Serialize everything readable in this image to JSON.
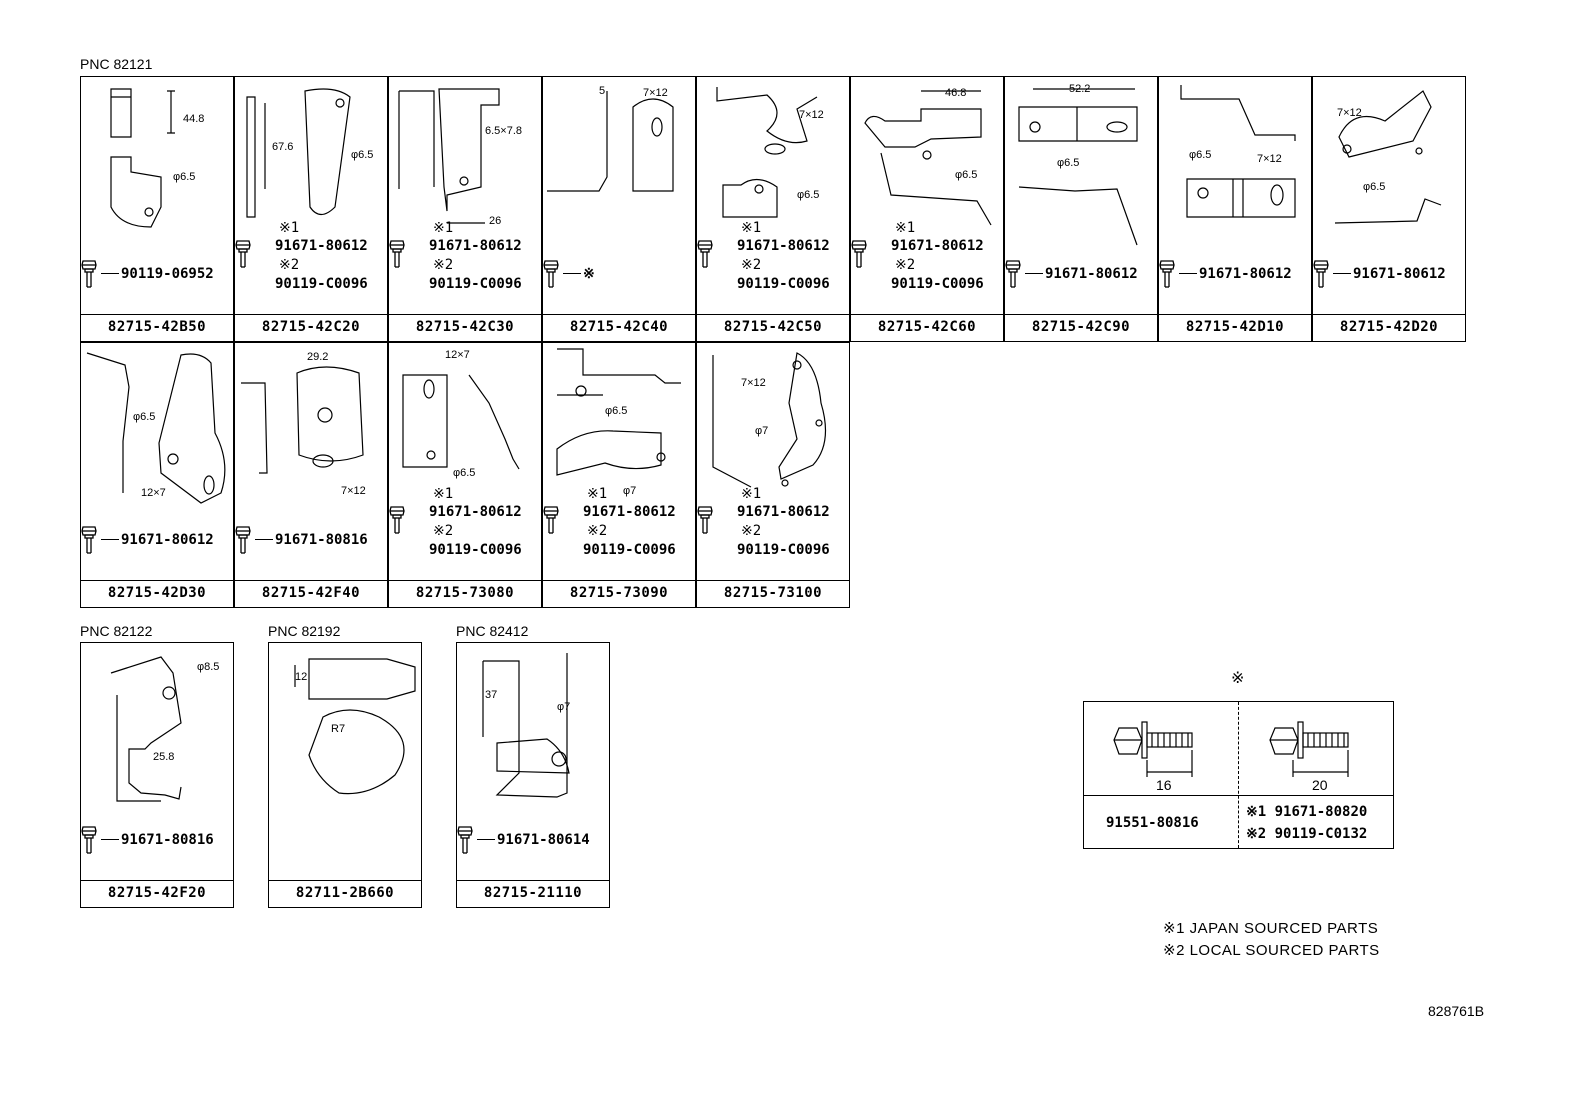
{
  "pnc_labels": [
    "PNC 82121",
    "PNC 82122",
    "PNC 82192",
    "PNC 82412"
  ],
  "cells": [
    {
      "part": "82715-42B50",
      "b1": "90119-06952",
      "m1": "",
      "b2": "",
      "m2": "",
      "dims": [
        "44.8",
        "φ6.5"
      ]
    },
    {
      "part": "82715-42C20",
      "b1": "91671-80612",
      "m1": "※1",
      "b2": "90119-C0096",
      "m2": "※2",
      "dims": [
        "67.6",
        "φ6.5"
      ]
    },
    {
      "part": "82715-42C30",
      "b1": "91671-80612",
      "m1": "※1",
      "b2": "90119-C0096",
      "m2": "※2",
      "dims": [
        "6.5×7.8",
        "26"
      ]
    },
    {
      "part": "82715-42C40",
      "b1": "※",
      "m1": "",
      "b2": "",
      "m2": "",
      "dims": [
        "5",
        "7×12"
      ]
    },
    {
      "part": "82715-42C50",
      "b1": "91671-80612",
      "m1": "※1",
      "b2": "90119-C0096",
      "m2": "※2",
      "dims": [
        "7×12",
        "φ6.5"
      ]
    },
    {
      "part": "82715-42C60",
      "b1": "91671-80612",
      "m1": "※1",
      "b2": "90119-C0096",
      "m2": "※2",
      "dims": [
        "46.8",
        "φ6.5"
      ]
    },
    {
      "part": "82715-42C90",
      "b1": "91671-80612",
      "m1": "",
      "b2": "",
      "m2": "",
      "dims": [
        "52.2",
        "φ6.5"
      ]
    },
    {
      "part": "82715-42D10",
      "b1": "91671-80612",
      "m1": "",
      "b2": "",
      "m2": "",
      "dims": [
        "φ6.5",
        "7×12"
      ]
    },
    {
      "part": "82715-42D20",
      "b1": "91671-80612",
      "m1": "",
      "b2": "",
      "m2": "",
      "dims": [
        "7×12",
        "φ6.5"
      ]
    },
    {
      "part": "82715-42D30",
      "b1": "91671-80612",
      "m1": "",
      "b2": "",
      "m2": "",
      "dims": [
        "φ6.5",
        "12×7"
      ]
    },
    {
      "part": "82715-42F40",
      "b1": "91671-80816",
      "m1": "",
      "b2": "",
      "m2": "",
      "dims": [
        "29.2",
        "7×12"
      ]
    },
    {
      "part": "82715-73080",
      "b1": "91671-80612",
      "m1": "※1",
      "b2": "90119-C0096",
      "m2": "※2",
      "dims": [
        "12×7",
        "φ6.5"
      ]
    },
    {
      "part": "82715-73090",
      "b1": "91671-80612",
      "m1": "※1",
      "b2": "90119-C0096",
      "m2": "※2",
      "dims": [
        "φ6.5",
        "φ7"
      ]
    },
    {
      "part": "82715-73100",
      "b1": "91671-80612",
      "m1": "※1",
      "b2": "90119-C0096",
      "m2": "※2",
      "dims": [
        "7×12",
        "φ7"
      ]
    },
    {
      "part": "82715-42F20",
      "b1": "91671-80816",
      "m1": "",
      "b2": "",
      "m2": "",
      "dims": [
        "φ8.5",
        "25.8"
      ]
    },
    {
      "part": "82711-2B660",
      "b1": "",
      "m1": "",
      "b2": "",
      "m2": "",
      "dims": [
        "12",
        "R7"
      ]
    },
    {
      "part": "82715-21110",
      "b1": "91671-80614",
      "m1": "",
      "b2": "",
      "m2": "",
      "dims": [
        "37",
        "φ7"
      ]
    }
  ],
  "bolt_table": {
    "marker": "※",
    "left_length": "16",
    "right_length": "20",
    "left_part": "91551-80816",
    "right_part_1": "※1 91671-80820",
    "right_part_2": "※2 90119-C0132"
  },
  "legend": [
    "※1 JAPAN SOURCED PARTS",
    "※2 LOCAL SOURCED PARTS"
  ],
  "ref_code": "828761B"
}
